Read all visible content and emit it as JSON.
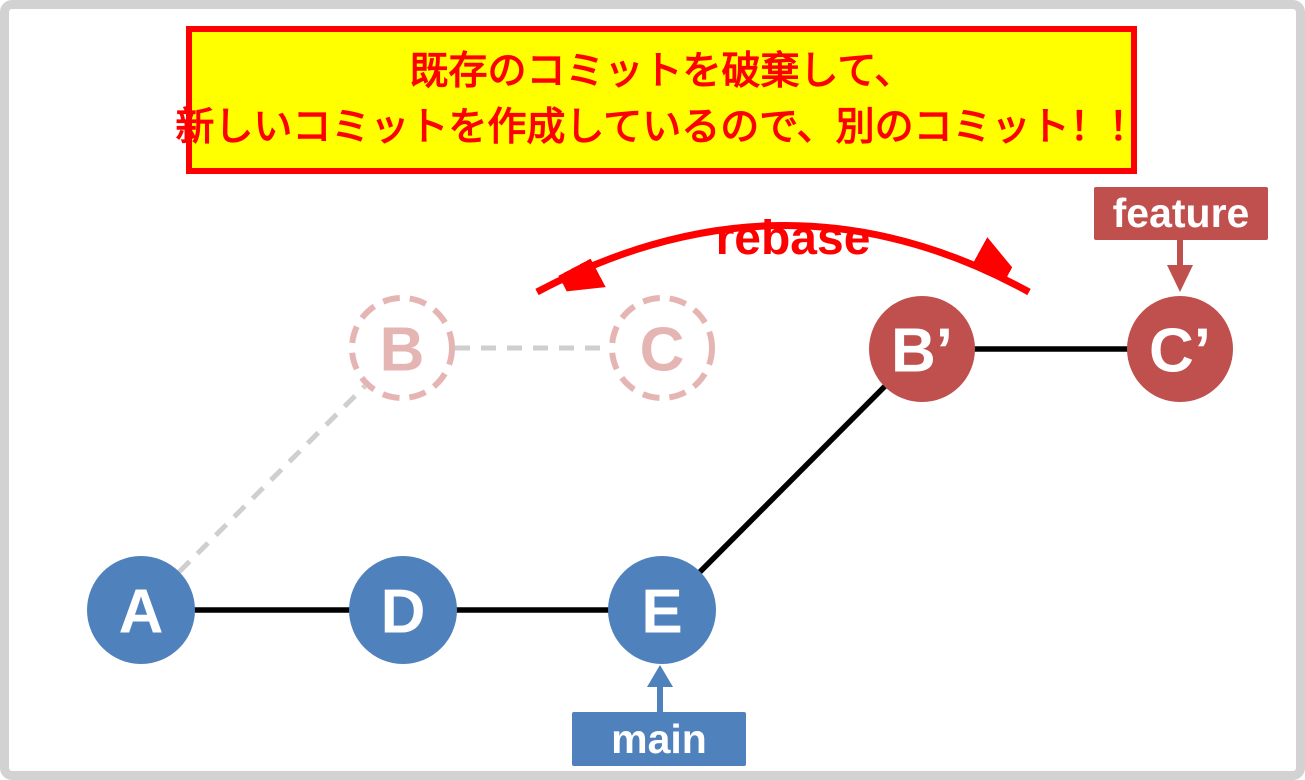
{
  "banner": {
    "line1": "既存のコミットを破棄して、",
    "line2": "新しいコミットを作成しているので、別のコミット！！"
  },
  "labels": {
    "rebase": "rebase",
    "feature": "feature",
    "main": "main"
  },
  "nodes": {
    "a": "A",
    "d": "D",
    "e": "E",
    "b_old": "B",
    "c_old": "C",
    "b_new": "B’",
    "c_new": "C’"
  },
  "colors": {
    "accent_red": "#ff0000",
    "banner_bg": "#ffff00",
    "commit_blue": "#4f81bd",
    "commit_brick": "#c0504d",
    "faded_pink": "#e5b5b3",
    "dashed_gray": "#cfcfcf",
    "edge_black": "#000000",
    "slide_border_gray": "#d2d2d2"
  }
}
